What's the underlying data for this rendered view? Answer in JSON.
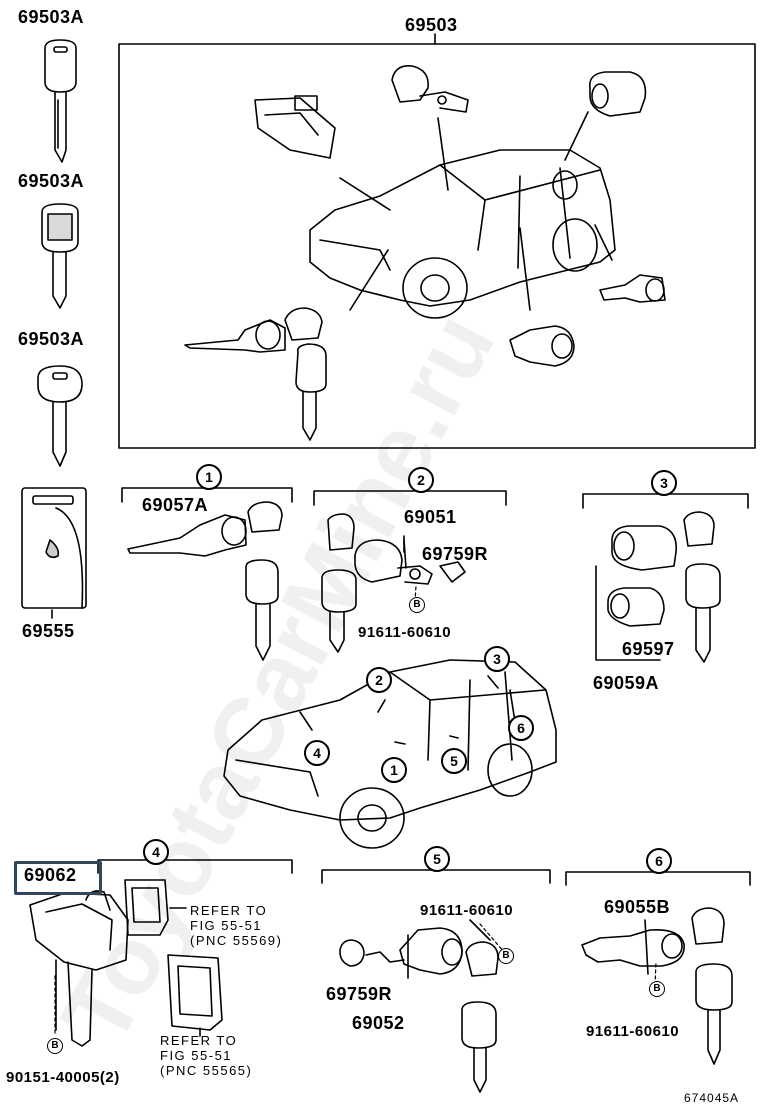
{
  "watermark": "ToyotaCarMine.ru",
  "labels": {
    "key_a1": "69503A",
    "key_a2": "69503A",
    "key_a3": "69503A",
    "set_main": "69503",
    "card": "69555",
    "ign": "69057A",
    "door_cyl": "69051",
    "door_spring": "69759R",
    "door_bolt": "91611-60610",
    "rear_cyl": "69597",
    "rear_set": "69059A",
    "glove_main": "69062",
    "glove_screw": "90151-40005(2)",
    "ref1_line1": "REFER TO",
    "ref1_line2": "FIG 55-51",
    "ref1_line3": "(PNC 55569)",
    "ref2_line1": "REFER TO",
    "ref2_line2": "FIG 55-51",
    "ref2_line3": "(PNC 55565)",
    "tail_bolt": "91611-60610",
    "tail_spring": "69759R",
    "tail_cyl": "69052",
    "back_cyl": "69055B",
    "back_bolt": "91611-60610",
    "diagram_code": "674045A"
  },
  "callouts": {
    "g1": "1",
    "g2": "2",
    "g3": "3",
    "g4": "4",
    "g5": "5",
    "g6": "6",
    "c2": "2",
    "c3": "3",
    "c4": "4",
    "c1": "1",
    "c5": "5",
    "c6": "6"
  },
  "badge_letter": "B"
}
